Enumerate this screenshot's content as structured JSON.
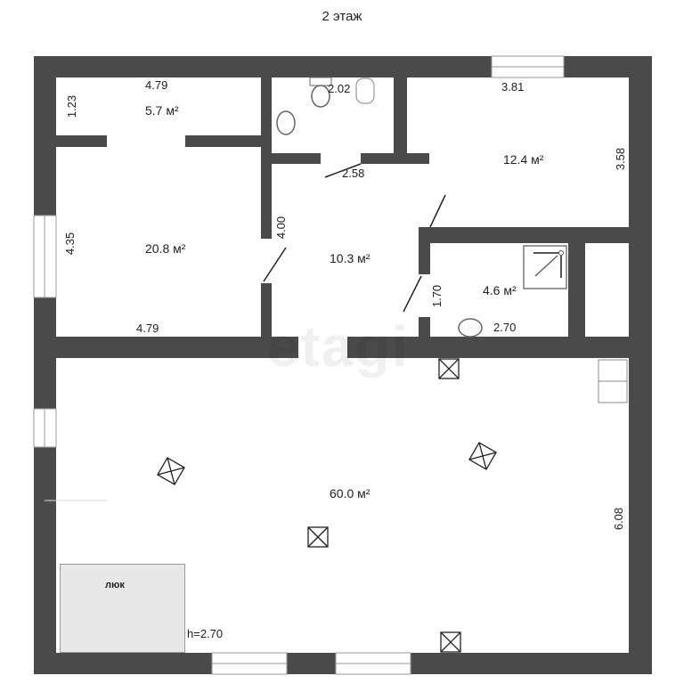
{
  "floor_title": "2 этаж",
  "watermark": "etagi",
  "colors": {
    "wall": "#4a4a4a",
    "floor": "#ffffff",
    "hatch": "#e8e8e8"
  },
  "rooms": [
    {
      "id": "storage",
      "area": "5.7 м²",
      "width": "4.79",
      "depth": "1.23"
    },
    {
      "id": "toilet",
      "width": "2.02"
    },
    {
      "id": "bedroom-right",
      "area": "12.4 м²",
      "width": "3.81",
      "depth": "3.58"
    },
    {
      "id": "bedroom-left",
      "area": "20.8 м²",
      "width": "4.79",
      "depth": "4.35"
    },
    {
      "id": "hall",
      "area": "10.3 м²",
      "width": "2.58",
      "depth": "4.00"
    },
    {
      "id": "bathroom",
      "area": "4.6 м²",
      "width": "2.70",
      "depth": "1.70"
    },
    {
      "id": "living",
      "area": "60.0 м²",
      "depth": "6.08"
    }
  ],
  "hatch": {
    "label": "люк"
  },
  "ceiling_height": "h=2.70"
}
